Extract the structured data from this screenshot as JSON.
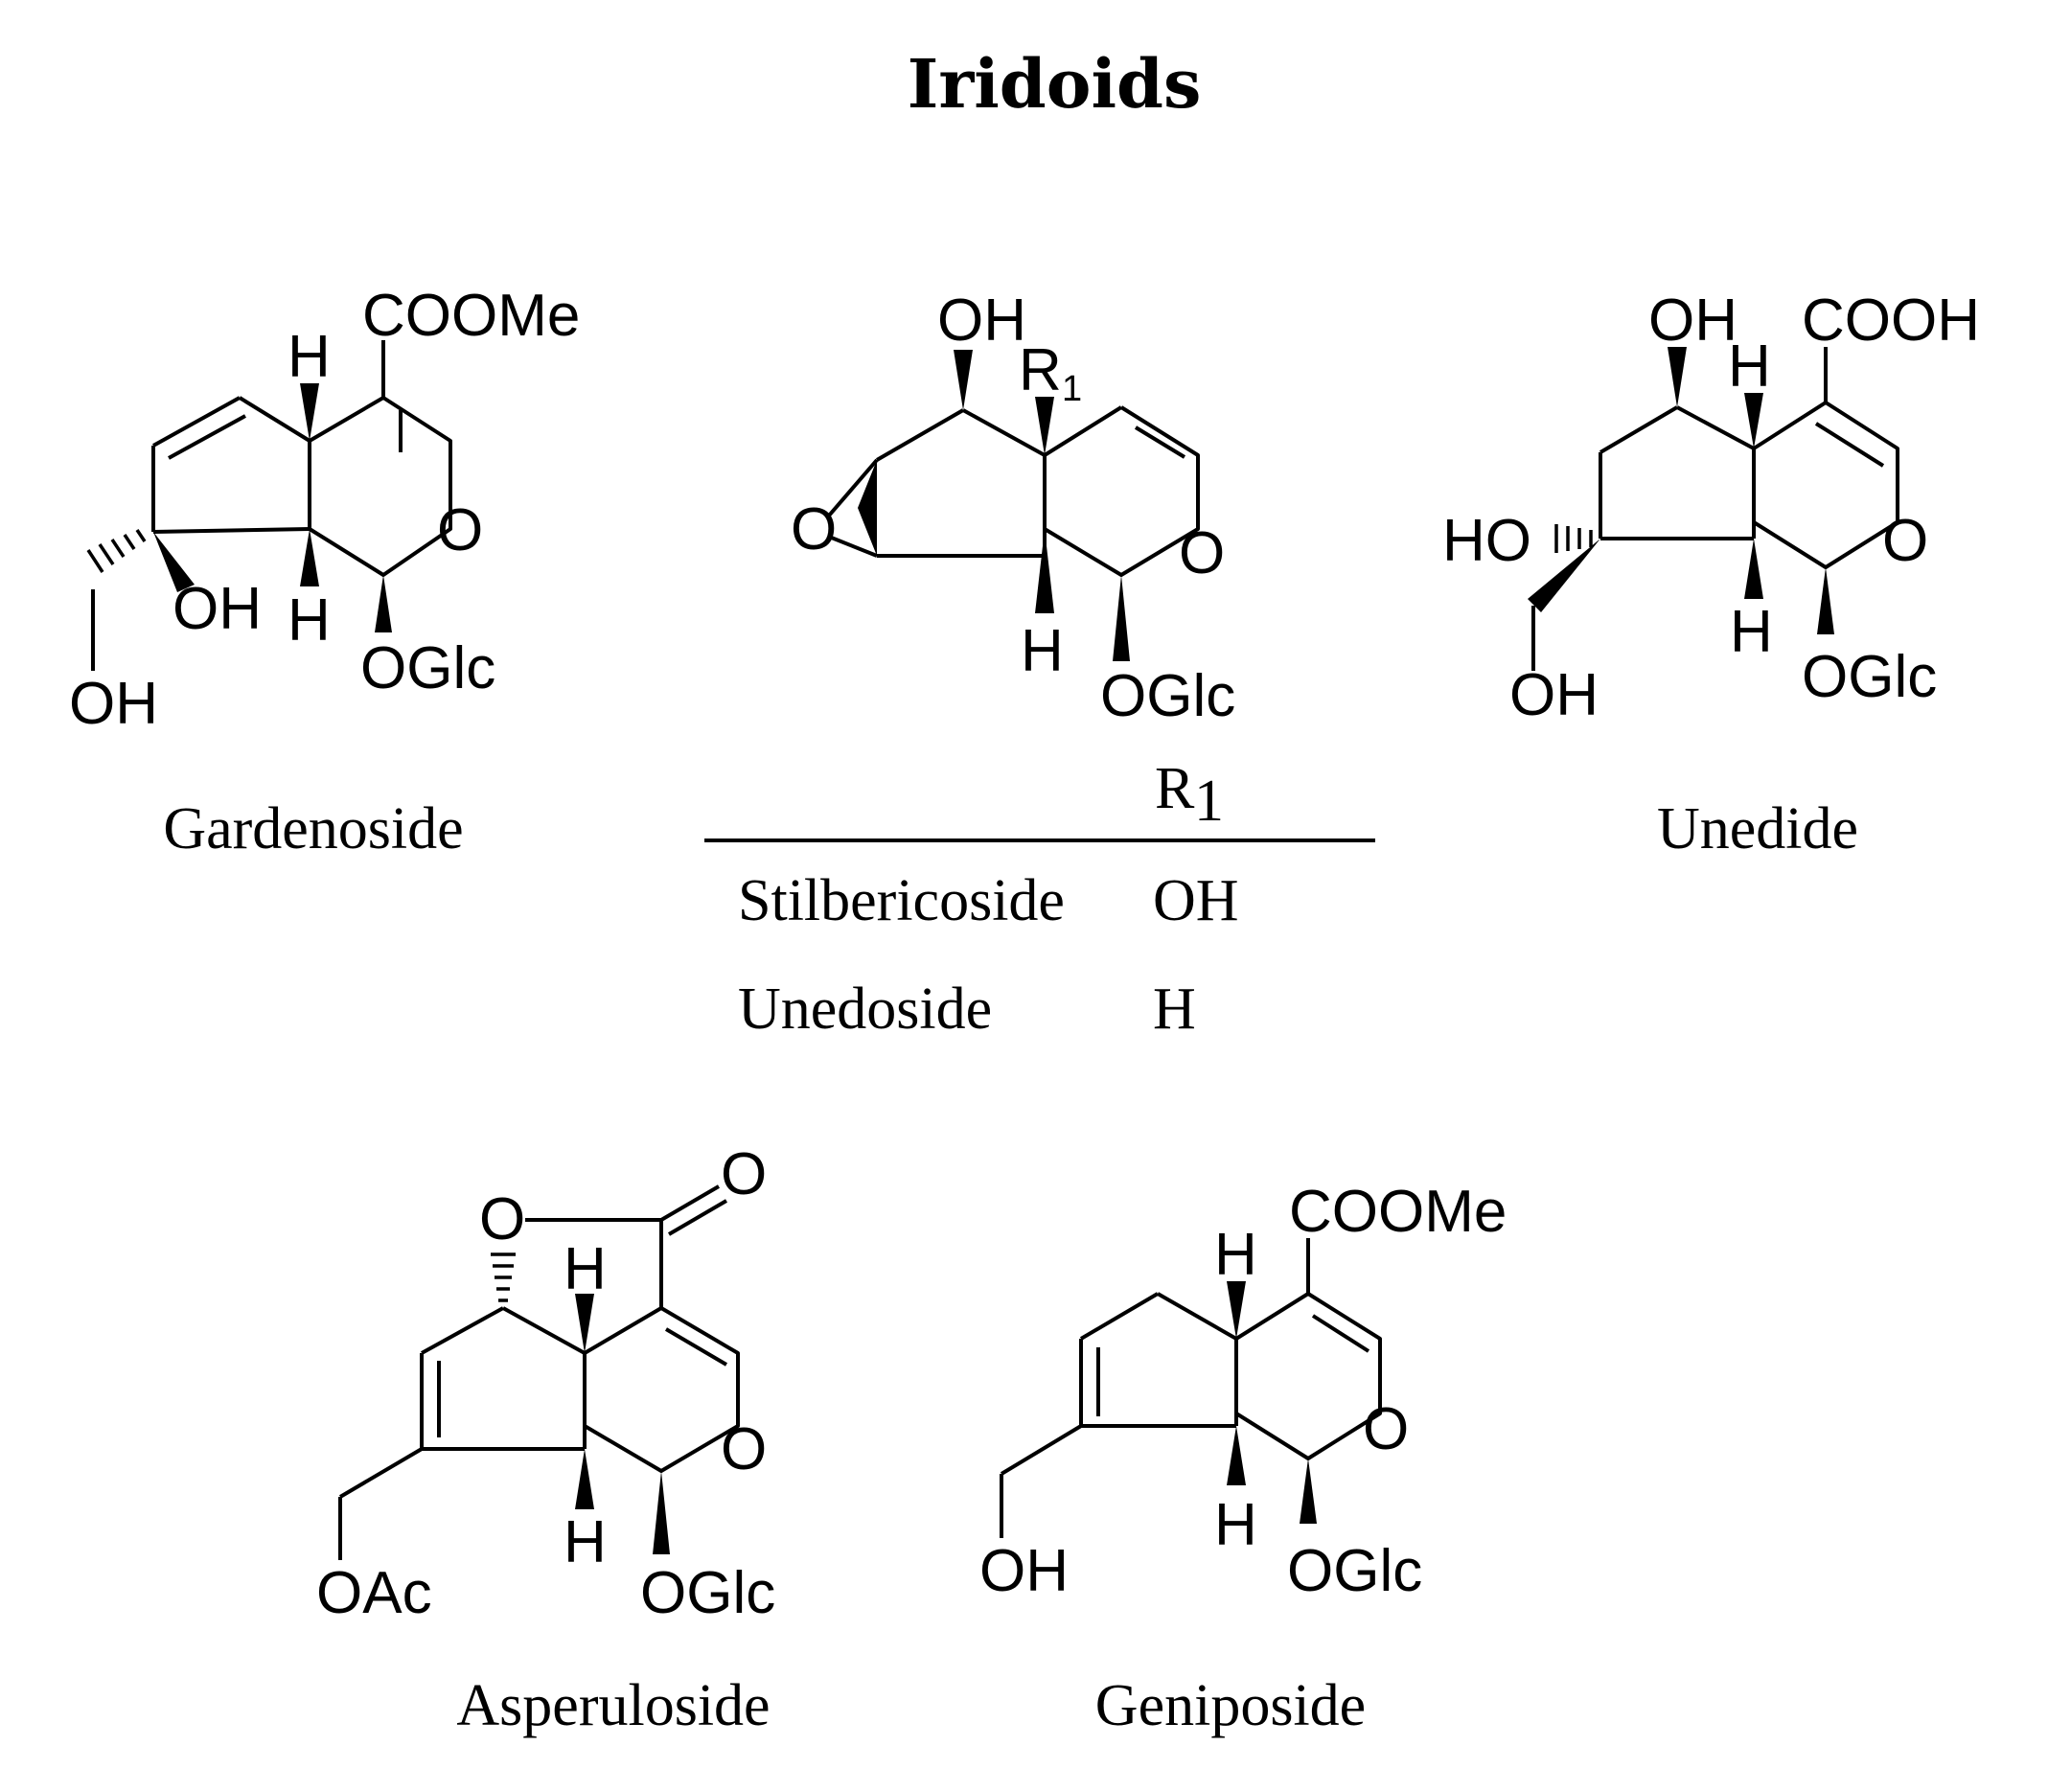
{
  "title": "Iridoids",
  "atom_labels": {
    "cooh": "COOH",
    "coome": "COOMe",
    "oglc": "OGlc",
    "oh": "OH",
    "ho": "HO",
    "h": "H",
    "o": "O",
    "oac": "OAc",
    "r": "R",
    "r_sub": "1"
  },
  "compounds": {
    "gardenoside": "Gardenoside",
    "unedide": "Unedide",
    "asperuloside": "Asperuloside",
    "geniposide": "Geniposide"
  },
  "r1_table": {
    "header": "R",
    "header_sub": "1",
    "rows": [
      {
        "name": "Stilbericoside",
        "r1": "OH"
      },
      {
        "name": "Unedoside",
        "r1": "H"
      }
    ]
  }
}
